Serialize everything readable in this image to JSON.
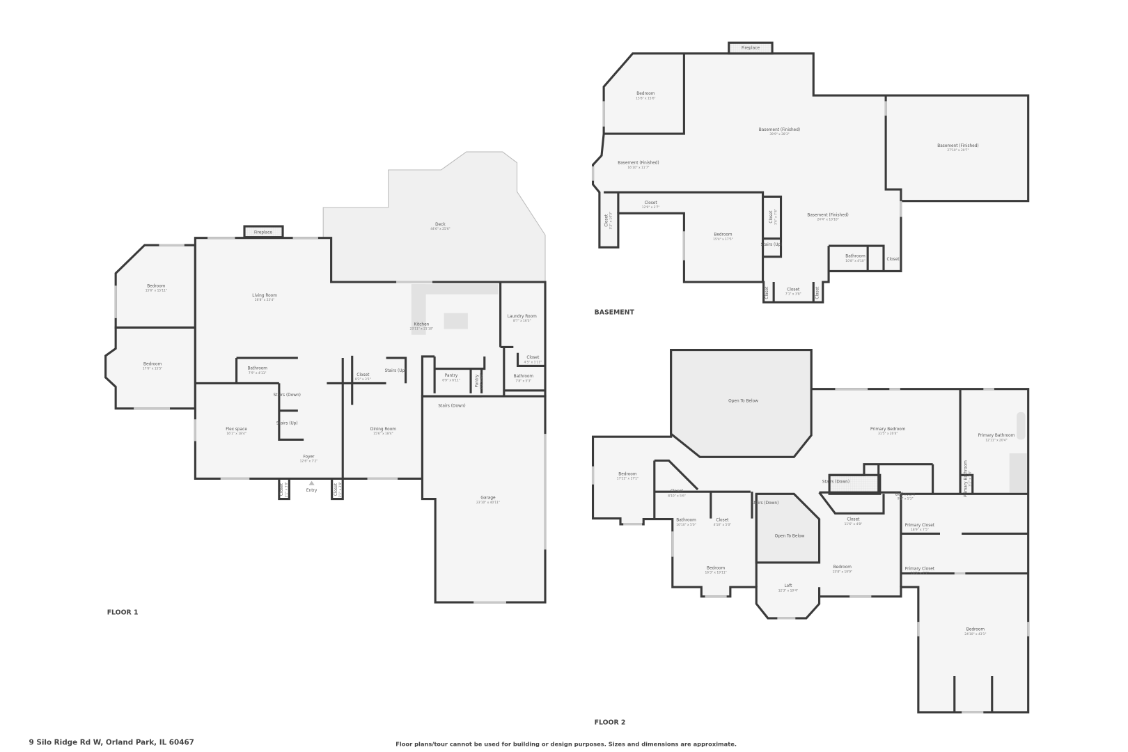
{
  "address": "9 Silo Ridge Rd W, Orland Park, IL 60467",
  "disclaimer": "Floor plans/tour cannot be used for building or design purposes. Sizes and dimensions are approximate.",
  "colors": {
    "wall": "#3a3a3a",
    "floor": "#f5f5f5",
    "open_to_below": "#ececec",
    "window": "#c8c8c8"
  },
  "floor1": {
    "label": "FLOOR 1",
    "rooms": [
      {
        "name": "Fireplace",
        "dims": ""
      },
      {
        "name": "Bedroom",
        "dims": "15'6\" x 15'11\""
      },
      {
        "name": "Living Room",
        "dims": "26'8\" x 23'4\""
      },
      {
        "name": "Deck",
        "dims": "44'6\" x 25'6\""
      },
      {
        "name": "Kitchen",
        "dims": "23'11\" x 21'10\""
      },
      {
        "name": "Laundry Room",
        "dims": "8'7\" x 16'3\""
      },
      {
        "name": "Bedroom",
        "dims": "17'6\" x 15'5\""
      },
      {
        "name": "Bathroom",
        "dims": "7'9\" x 4'11\""
      },
      {
        "name": "Closet",
        "dims": "8'2\" x 3'1\""
      },
      {
        "name": "Stairs (Up)",
        "dims": ""
      },
      {
        "name": "Pantry",
        "dims": "6'9\" x 6'11\""
      },
      {
        "name": "Pantry",
        "dims": "2'0\" x 4'8\""
      },
      {
        "name": "Closet",
        "dims": "4'5\" x 1'11\""
      },
      {
        "name": "Bathroom",
        "dims": "7'8\" x 5'3\""
      },
      {
        "name": "Stairs (Down)",
        "dims": ""
      },
      {
        "name": "Stairs (Down)",
        "dims": ""
      },
      {
        "name": "Flex space",
        "dims": "16'1\" x 18'4\""
      },
      {
        "name": "Stairs (Up)",
        "dims": ""
      },
      {
        "name": "Dining Room",
        "dims": "15'6\" x 18'4\""
      },
      {
        "name": "Foyer",
        "dims": "12'6\" x 7'2\""
      },
      {
        "name": "Closet",
        "dims": "2'1\" x 3'8\""
      },
      {
        "name": "Entry",
        "dims": ""
      },
      {
        "name": "Closet",
        "dims": "2'1\" x 3'8\""
      },
      {
        "name": "Garage",
        "dims": "23'10\" x 40'11\""
      }
    ]
  },
  "basement": {
    "label": "BASEMENT",
    "rooms": [
      {
        "name": "Fireplace",
        "dims": ""
      },
      {
        "name": "Bedroom",
        "dims": "15'8\" x 15'6\""
      },
      {
        "name": "Basement (Finished)",
        "dims": "39'9\" x 28'3\""
      },
      {
        "name": "Basement (Finished)",
        "dims": "27'10\" x 20'7\""
      },
      {
        "name": "Basement (Finished)",
        "dims": "16'10\" x 11'7\""
      },
      {
        "name": "Closet",
        "dims": "12'9\" x 3'7\""
      },
      {
        "name": "Closet",
        "dims": "3'2\" x 10'3\""
      },
      {
        "name": "Bedroom",
        "dims": "15'4\" x 17'5\""
      },
      {
        "name": "Closet",
        "dims": "3'4\" x 7'4\""
      },
      {
        "name": "Basement (Finished)",
        "dims": "24'4\" x 10'10\""
      },
      {
        "name": "Stairs (Up)",
        "dims": ""
      },
      {
        "name": "Bathroom",
        "dims": "10'8\" x 4'10\""
      },
      {
        "name": "Closet",
        "dims": ""
      },
      {
        "name": "Closet",
        "dims": ""
      },
      {
        "name": "Closet",
        "dims": "7'1\" x 3'8\""
      },
      {
        "name": "Closet",
        "dims": ""
      }
    ]
  },
  "floor2": {
    "label": "FLOOR 2",
    "rooms": [
      {
        "name": "Open To Below",
        "dims": ""
      },
      {
        "name": "Primary Bedroom",
        "dims": "31'5\" x 20'4\""
      },
      {
        "name": "Primary Bathroom",
        "dims": "12'11\" x 20'4\""
      },
      {
        "name": "Bedroom",
        "dims": "17'11\" x 17'1\""
      },
      {
        "name": "Closet",
        "dims": "8'10\" x 5'6\""
      },
      {
        "name": "Stairs (Down)",
        "dims": ""
      },
      {
        "name": "Bathroom",
        "dims": "9'1\" x 5'3\""
      },
      {
        "name": "Primary Bathroom",
        "dims": "3'1\" x 3'8\""
      },
      {
        "name": "Bathroom",
        "dims": "10'10\" x 5'0\""
      },
      {
        "name": "Closet",
        "dims": "4'10\" x 5'0\""
      },
      {
        "name": "Stairs (Down)",
        "dims": ""
      },
      {
        "name": "Closet",
        "dims": "11'6\" x 4'8\""
      },
      {
        "name": "Primary Closet",
        "dims": "18'9\" x 7'5\""
      },
      {
        "name": "Open To Below",
        "dims": ""
      },
      {
        "name": "Bedroom",
        "dims": "16'3\" x 19'11\""
      },
      {
        "name": "Bedroom",
        "dims": "15'8\" x 19'9\""
      },
      {
        "name": "Primary Closet",
        "dims": "18'9\" x 7'7\""
      },
      {
        "name": "Loft",
        "dims": "12'3\" x 10'4\""
      },
      {
        "name": "Bedroom",
        "dims": "24'10\" x 43'1\""
      }
    ]
  }
}
